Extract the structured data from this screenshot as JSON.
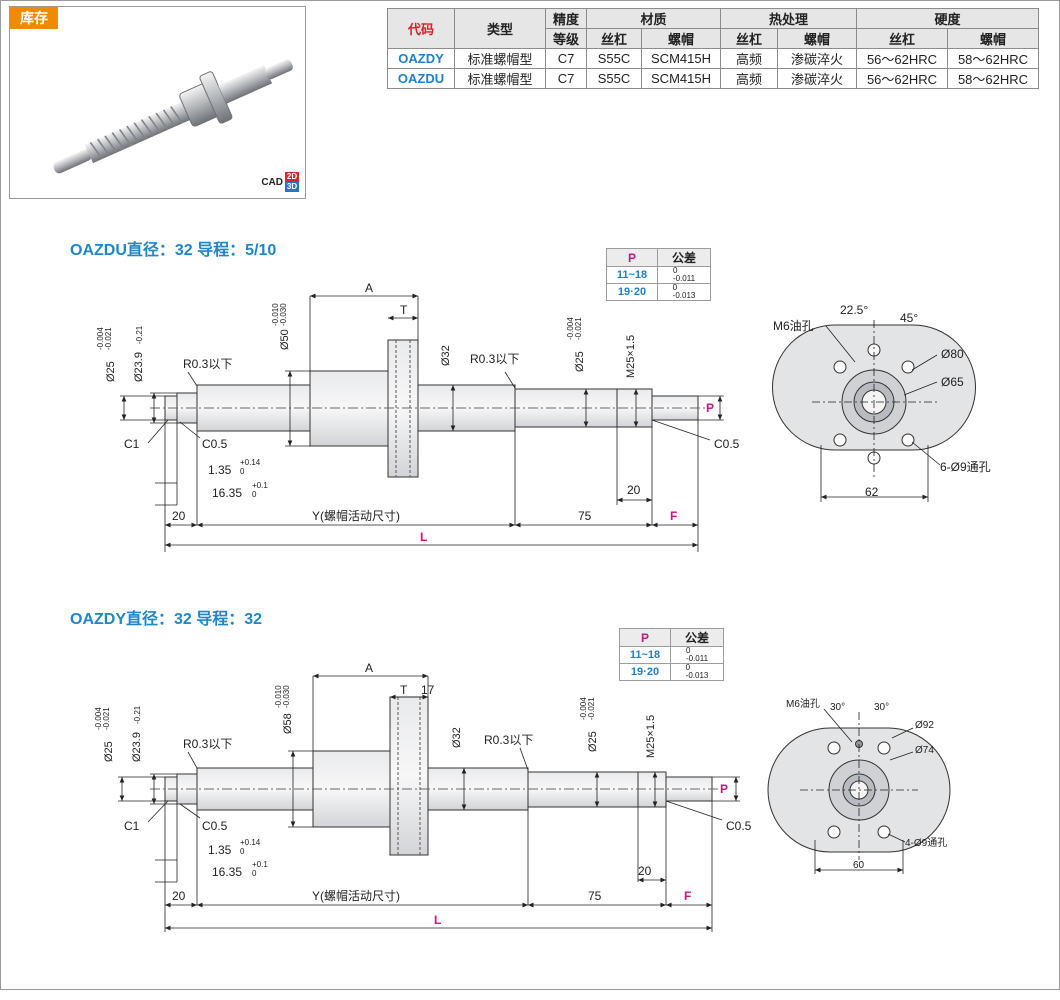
{
  "header": {
    "stock_label": "库存",
    "cad_label": "CAD",
    "cad_2d": "2D",
    "cad_3d": "3D"
  },
  "spec_table": {
    "headers": {
      "code": "代码",
      "type": "类型",
      "accuracy_line1": "精度",
      "accuracy_line2": "等级",
      "material": "材质",
      "heat": "热处理",
      "hardness": "硬度",
      "screw": "丝杠",
      "nut": "螺帽"
    },
    "rows": [
      {
        "code": "OAZDY",
        "type": "标准螺帽型",
        "grade": "C7",
        "mat_screw": "S55C",
        "mat_nut": "SCM415H",
        "heat_screw": "高频",
        "heat_nut": "渗碳淬火",
        "hard_screw": "56～62HRC",
        "hard_nut": "58～62HRC"
      },
      {
        "code": "OAZDU",
        "type": "标准螺帽型",
        "grade": "C7",
        "mat_screw": "S55C",
        "mat_nut": "SCM415H",
        "heat_screw": "高频",
        "heat_nut": "渗碳淬火",
        "hard_screw": "56～62HRC",
        "hard_nut": "58～62HRC"
      }
    ]
  },
  "tolerance_table": {
    "header_p": "P",
    "header_tol": "公差",
    "rows": [
      {
        "range": "11~18",
        "upper": "0",
        "lower": "-0.011"
      },
      {
        "range": "19·20",
        "upper": "0",
        "lower": "-0.013"
      }
    ]
  },
  "drawing1": {
    "title": "OAZDU直径：32 导程：5/10",
    "dims": {
      "d25": "Ø25",
      "d25_tol_u": "-0.004",
      "d25_tol_l": "-0.021",
      "d239": "Ø23.9",
      "d239_tol": "-0.21",
      "d50": "Ø50",
      "d50_tol_u": "-0.010",
      "d50_tol_l": "-0.030",
      "d32": "Ø32",
      "d25b": "Ø25",
      "d25b_tol_u": "-0.004",
      "d25b_tol_l": "-0.021",
      "m25": "M25×1.5",
      "r03_left": "R0.3以下",
      "r03_right": "R0.3以下",
      "a": "A",
      "t": "T",
      "p": "P",
      "c1": "C1",
      "c05_left": "C0.5",
      "c05_right": "C0.5",
      "d135": "1.35",
      "d135_tol_u": "+0.14",
      "d135_tol_l": "0",
      "d1635": "16.35",
      "d1635_tol_u": "+0.1",
      "d1635_tol_l": "0",
      "d20": "20",
      "y": "Y(螺帽活动尺寸)",
      "d75": "75",
      "f": "F",
      "l": "L",
      "d20b": "20"
    },
    "flange": {
      "oil": "M6油孔",
      "ang1": "22.5°",
      "ang2": "45°",
      "d80": "Ø80",
      "d65": "Ø65",
      "holes": "6-Ø9通孔",
      "w62": "62"
    }
  },
  "drawing2": {
    "title": "OAZDY直径：32 导程：32",
    "dims": {
      "d25": "Ø25",
      "d25_tol_u": "-0.004",
      "d25_tol_l": "-0.021",
      "d239": "Ø23.9",
      "d239_tol": "-0.21",
      "d58": "Ø58",
      "d58_tol_u": "-0.010",
      "d58_tol_l": "-0.030",
      "d32": "Ø32",
      "d25b": "Ø25",
      "d25b_tol_u": "-0.004",
      "d25b_tol_l": "-0.021",
      "m25": "M25×1.5",
      "r03_left": "R0.3以下",
      "r03_right": "R0.3以下",
      "a": "A",
      "t": "T",
      "d17": "17",
      "p": "P",
      "c1": "C1",
      "c05_left": "C0.5",
      "c05_right": "C0.5",
      "d135": "1.35",
      "d135_tol_u": "+0.14",
      "d135_tol_l": "0",
      "d1635": "16.35",
      "d1635_tol_u": "+0.1",
      "d1635_tol_l": "0",
      "d20": "20",
      "y": "Y(螺帽活动尺寸)",
      "d75": "75",
      "f": "F",
      "l": "L",
      "d20b": "20"
    },
    "flange": {
      "oil": "M6油孔",
      "ang1": "30°",
      "ang2": "30°",
      "d92": "Ø92",
      "d74": "Ø74",
      "holes": "4-Ø9通孔",
      "w60": "60"
    }
  },
  "colors": {
    "accent_blue": "#1f86c7",
    "accent_red": "#d6212a",
    "accent_magenta": "#c5177c",
    "stock_orange": "#f08a00"
  }
}
